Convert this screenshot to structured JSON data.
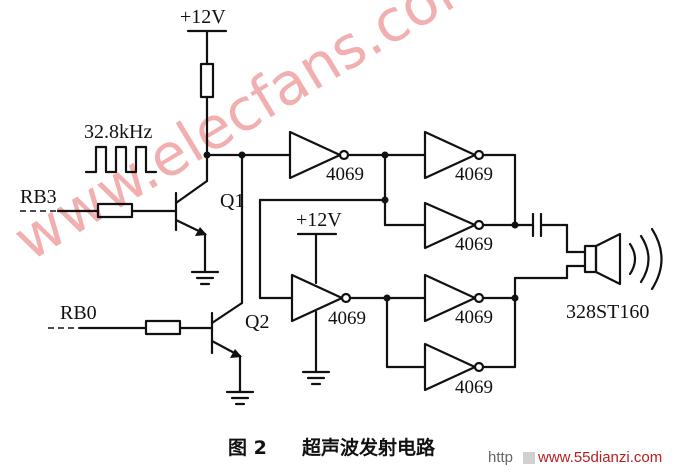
{
  "labels": {
    "vcc_top": "+12V",
    "vcc_mid": "+12V",
    "freq": "32.8kHz",
    "rb3": "RB3",
    "rb0": "RB0",
    "q1": "Q1",
    "q2": "Q2",
    "buffer": "4069",
    "speaker": "328ST160"
  },
  "caption": {
    "figure_number": "图 2",
    "title": "超声波发射电路"
  },
  "watermark": {
    "main": "www.elecfans.com",
    "corner_prefix": "http",
    "corner_site": "www.55dianzi.com"
  }
}
